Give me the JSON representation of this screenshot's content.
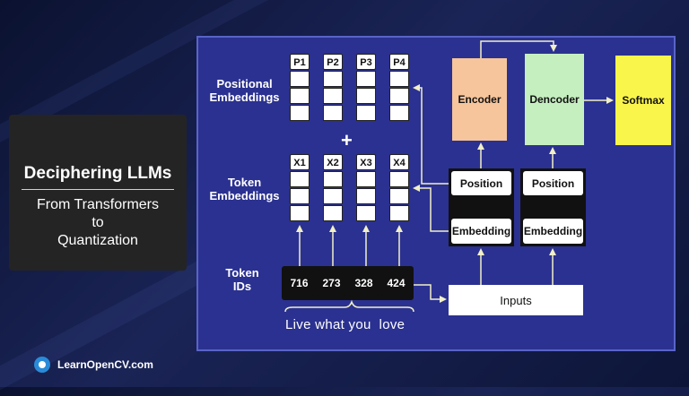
{
  "title_card": {
    "heading": "Deciphering LLMs",
    "subtitle_lines": [
      "From Transformers",
      "to",
      "Quantization"
    ]
  },
  "brand": {
    "name": "LearnOpenCV.com"
  },
  "diagram": {
    "positional_label_lines": [
      "Positional",
      "Embeddings"
    ],
    "token_emb_label_lines": [
      "Token",
      "Embeddings"
    ],
    "token_ids_label_lines": [
      "Token",
      "IDs"
    ],
    "positional_heads": [
      "P1",
      "P2",
      "P3",
      "P4"
    ],
    "token_heads": [
      "X1",
      "X2",
      "X3",
      "X4"
    ],
    "plus": "+",
    "token_ids": [
      "716",
      "273",
      "328",
      "424"
    ],
    "sentence": "Live what you  love",
    "encoder": "Encoder",
    "decoder": "Dencoder",
    "softmax": "Softmax",
    "position": "Position",
    "embedding": "Embedding",
    "inputs": "Inputs"
  },
  "colors": {
    "panel": "#2b3190",
    "encoder": "#f7c59b",
    "decoder": "#c6efc0",
    "softmax": "#faf54a",
    "arrow": "#f1f0c8"
  }
}
